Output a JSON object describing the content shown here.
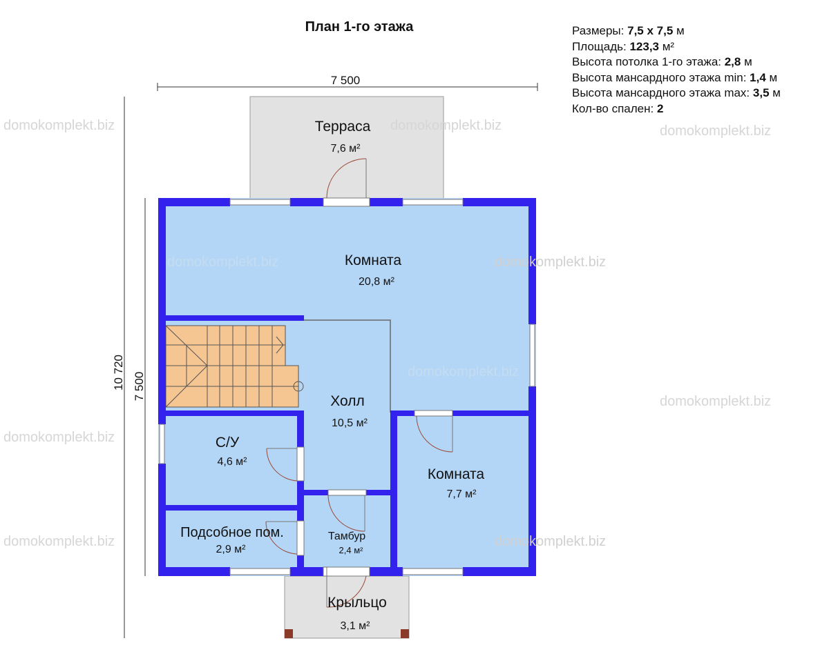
{
  "title": "План 1-го этажа",
  "info": [
    {
      "label": "Размеры: ",
      "value": "7,5 х 7,5",
      "unit": " м"
    },
    {
      "label": "Площадь:  ",
      "value": "123,3",
      "unit": " м²"
    },
    {
      "label": "Высота потолка 1-го этажа: ",
      "value": "2,8",
      "unit": " м"
    },
    {
      "label": "Высота мансардного этажа min: ",
      "value": "1,4",
      "unit": " м"
    },
    {
      "label": "Высота мансардного этажа max: ",
      "value": "3,5",
      "unit": " м"
    },
    {
      "label": "Кол-во спален: ",
      "value": "2",
      "unit": ""
    }
  ],
  "dimensions": {
    "top": "7 500",
    "left_outer": "10 720",
    "left_inner": "7 500"
  },
  "rooms": [
    {
      "name": "Терраса",
      "area": "7,6 м²"
    },
    {
      "name": "Комната",
      "area": "20,8 м²"
    },
    {
      "name": "Холл",
      "area": "10,5 м²"
    },
    {
      "name": "С/У",
      "area": "4,6 м²"
    },
    {
      "name": "Комната",
      "area": "7,7 м²"
    },
    {
      "name": "Подсобное пом.",
      "area": "2,9 м²"
    },
    {
      "name": "Тамбур",
      "area": "2,4 м²"
    },
    {
      "name": "Крыльцо",
      "area": "3,1 м²"
    }
  ],
  "watermark": "domokomplekt.biz",
  "colors": {
    "wall": "#3322ee",
    "room": "#b4d6f6",
    "stairs": "#f5c592",
    "outdoor": "#e2e2e2"
  }
}
